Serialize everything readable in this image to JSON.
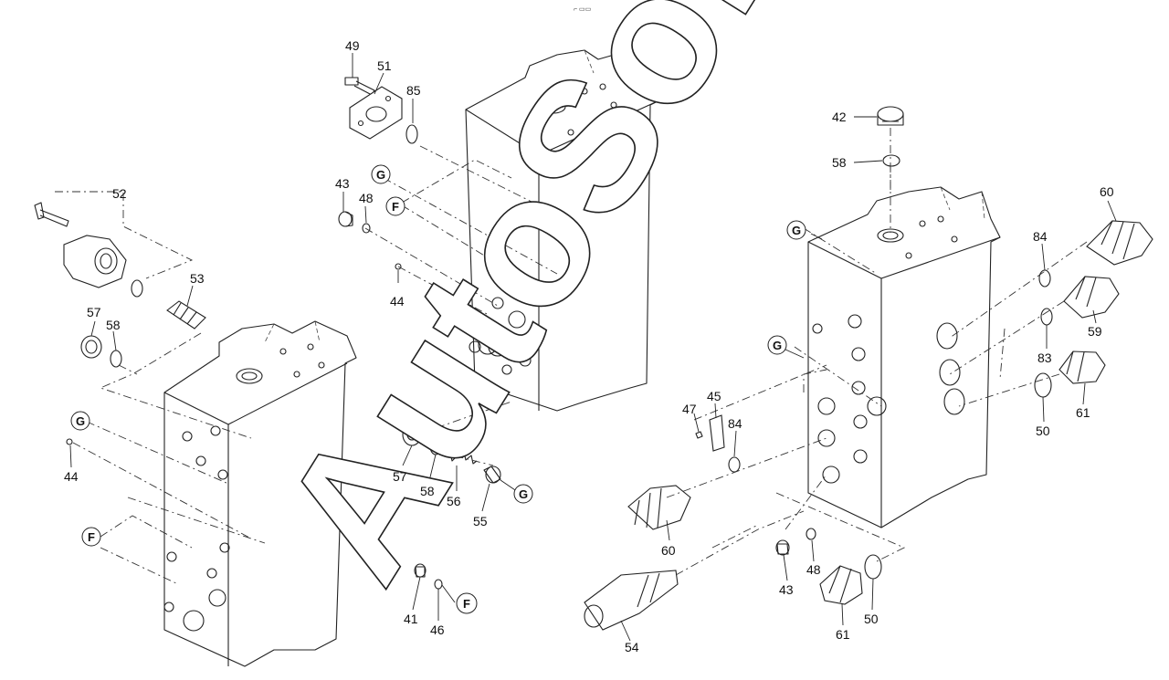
{
  "header": {
    "mark": "⌐ ▭▭"
  },
  "watermark": {
    "text": "AutoSoft"
  },
  "ref_letters": [
    "G",
    "F",
    "G",
    "F",
    "G",
    "F",
    "G",
    "G"
  ],
  "callouts": [
    "49",
    "51",
    "85",
    "43",
    "48",
    "44",
    "52",
    "53",
    "57",
    "58",
    "44",
    "57",
    "58",
    "56",
    "55",
    "41",
    "46",
    "42",
    "58",
    "60",
    "84",
    "59",
    "83",
    "61",
    "50",
    "47",
    "45",
    "84",
    "60",
    "54",
    "43",
    "48",
    "61",
    "50"
  ]
}
